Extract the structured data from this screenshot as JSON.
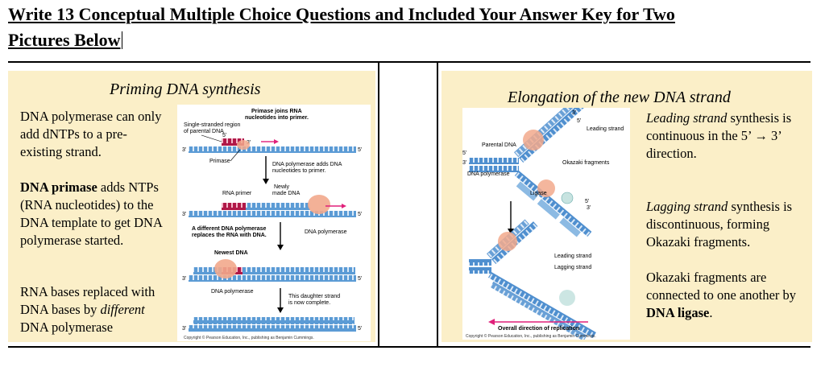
{
  "heading": {
    "line1": "Write 13 Conceptual Multiple Choice Questions and Included Your Answer Key for Two",
    "line2": "Pictures Below"
  },
  "left_slide": {
    "title": "Priming DNA synthesis",
    "para1": "DNA polymerase can only add dNTPs to a pre-existing strand.",
    "para2_bold": "DNA primase",
    "para2_rest": " adds NTPs (RNA nucleotides) to the DNA template to get DNA polymerase started.",
    "para3_a": "RNA bases replaced with DNA bases by ",
    "para3_italic": "different",
    "para3_b": " DNA polymerase",
    "figure": {
      "primase_joins": "Primase joins RNA",
      "primase_joins2": "nucleotides into primer.",
      "single_stranded": "Single-stranded region",
      "single_stranded2": "of parental DNA",
      "primase": "Primase",
      "pol_adds": "DNA polymerase adds DNA",
      "pol_adds2": "nucleotides to primer.",
      "rna_primer": "RNA primer",
      "newly_made": "Newly",
      "newly_made2": "made DNA",
      "different_pol": "A different DNA polymerase",
      "different_pol2": "replaces the RNA with DNA.",
      "dna_polymerase": "DNA polymerase",
      "newest_dna": "Newest DNA",
      "dna_polymerase2": "DNA polymerase",
      "daughter_complete": "This daughter strand",
      "daughter_complete2": "is now complete.",
      "end3": "3'",
      "end5": "5'",
      "copyright": "Copyright © Pearson Education, Inc., publishing as Benjamin Cummings."
    }
  },
  "right_slide": {
    "title": "Elongation of the new DNA strand",
    "leading_italic": "Leading strand",
    "leading_rest": " synthesis is continuous in the 5’ → 3’ direction.",
    "lagging_italic": "Lagging strand",
    "lagging_rest": " synthesis is discontinuous, forming Okazaki fragments.",
    "okazaki_a": "Okazaki fragments are connected to one another by ",
    "okazaki_bold": "DNA ligase",
    "okazaki_end": ".",
    "figure": {
      "leading_strand": "Leading strand",
      "parental_dna": "Parental DNA",
      "okazaki_fragments": "Okazaki fragments",
      "dna_polymerase": "DNA polymerase",
      "ligase": "Ligase",
      "leading_strand2": "Leading strand",
      "lagging_strand": "Lagging strand",
      "overall_direction": "Overall direction of replication",
      "end3": "3'",
      "end5": "5'",
      "copyright": "Copyright © Pearson Education, Inc., publishing as Benjamin Cummings."
    }
  },
  "colors": {
    "panel_bg": "#fbefc8",
    "dna_blue": "#4f8fcf",
    "rna_red": "#b01848",
    "enzyme_orange": "#f2a98c",
    "arrow_magenta": "#e0207a"
  }
}
